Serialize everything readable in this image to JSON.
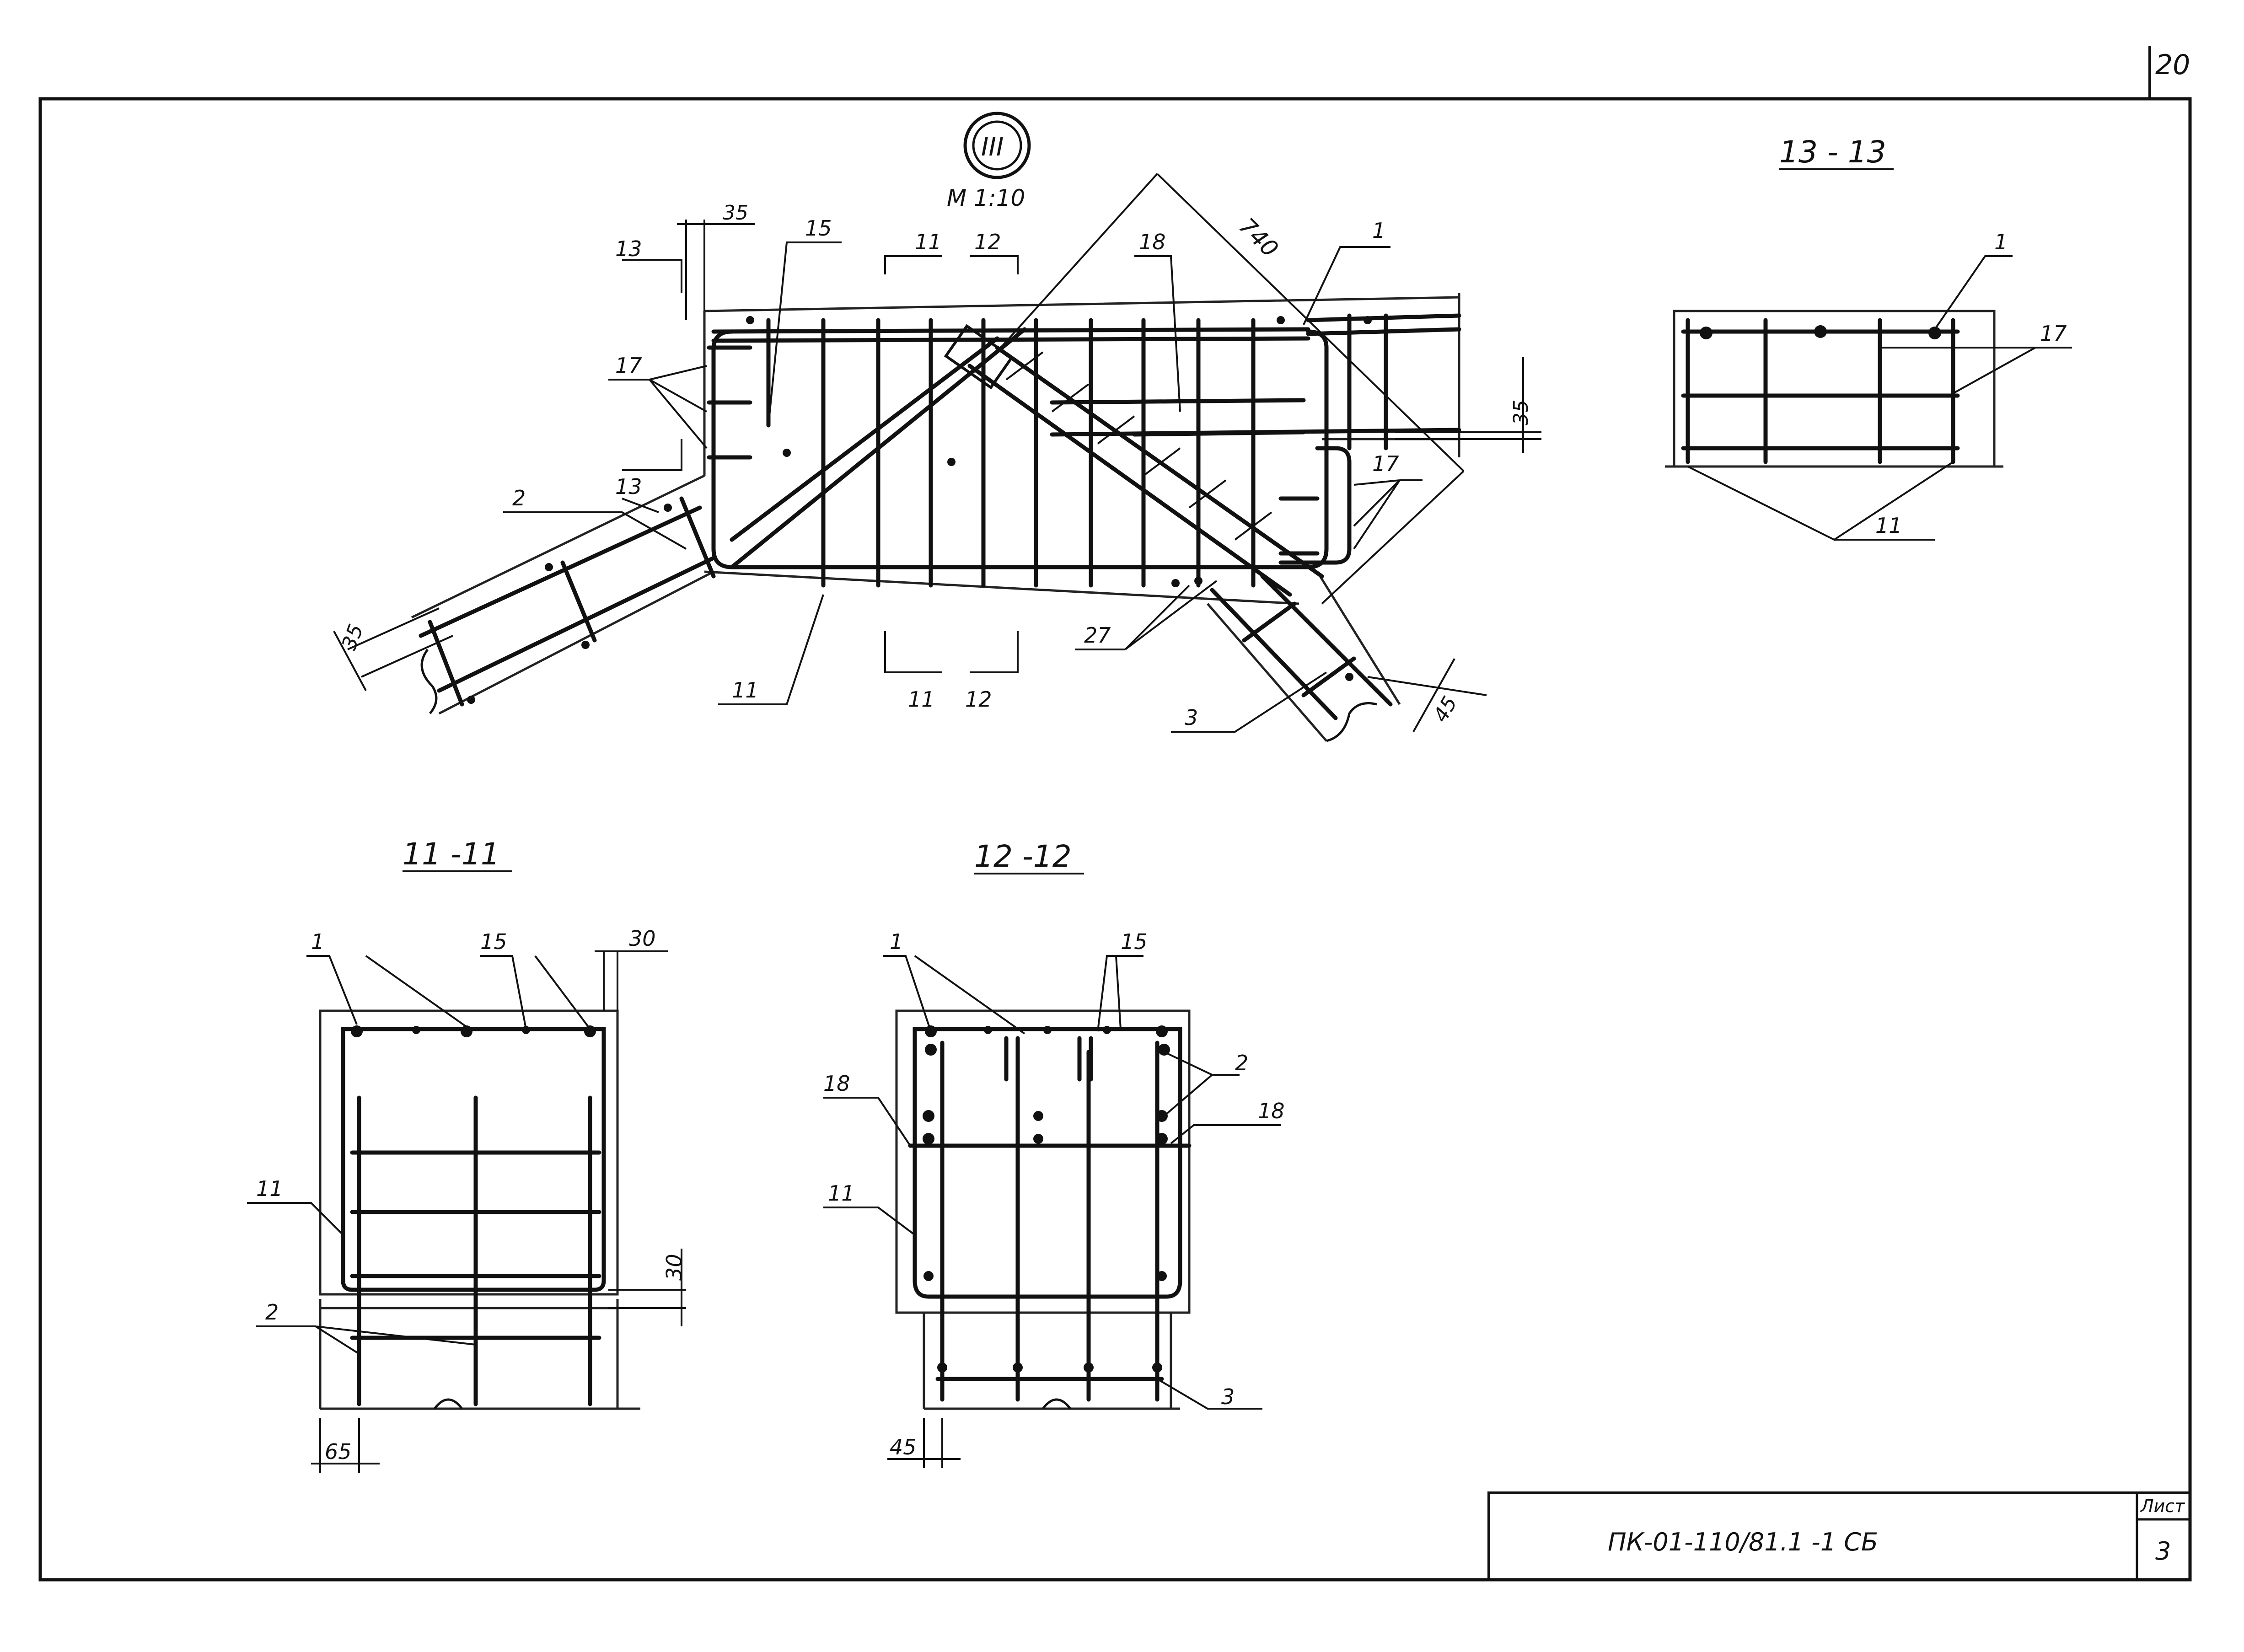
{
  "sheet": {
    "page_number": "20",
    "title_block": {
      "designation": "ПК-01-110/81.1 -1 СБ",
      "sheet_label": "Лист",
      "sheet_number": "3"
    }
  },
  "node_view": {
    "marker": "III",
    "scale": "М 1:10",
    "dims": {
      "top_cover": "35",
      "right_cover": "35",
      "left_cover": "35",
      "bottom_right_cover": "45",
      "diag": "740"
    },
    "cut_13": "13",
    "cut_11": "11",
    "cut_12": "12",
    "callouts": {
      "p1": "1",
      "p2": "2",
      "p3": "3",
      "p11": "11",
      "p15": "15",
      "p17_left": "17",
      "p17_right": "17",
      "p18": "18",
      "p27": "27"
    }
  },
  "section_13": {
    "title": "13 - 13",
    "callouts": {
      "p1": "1",
      "p17": "17",
      "p11": "11"
    }
  },
  "section_11": {
    "title": "11 -11",
    "callouts": {
      "p1": "1",
      "p15": "15",
      "p11": "11",
      "p2": "2"
    },
    "dims": {
      "top": "30",
      "mid": "30",
      "bottom": "65"
    }
  },
  "section_12": {
    "title": "12 -12",
    "callouts": {
      "p1": "1",
      "p15": "15",
      "p2": "2",
      "p18_left": "18",
      "p18_right": "18",
      "p11": "11",
      "p3": "3"
    },
    "dims": {
      "bottom": "45"
    }
  }
}
